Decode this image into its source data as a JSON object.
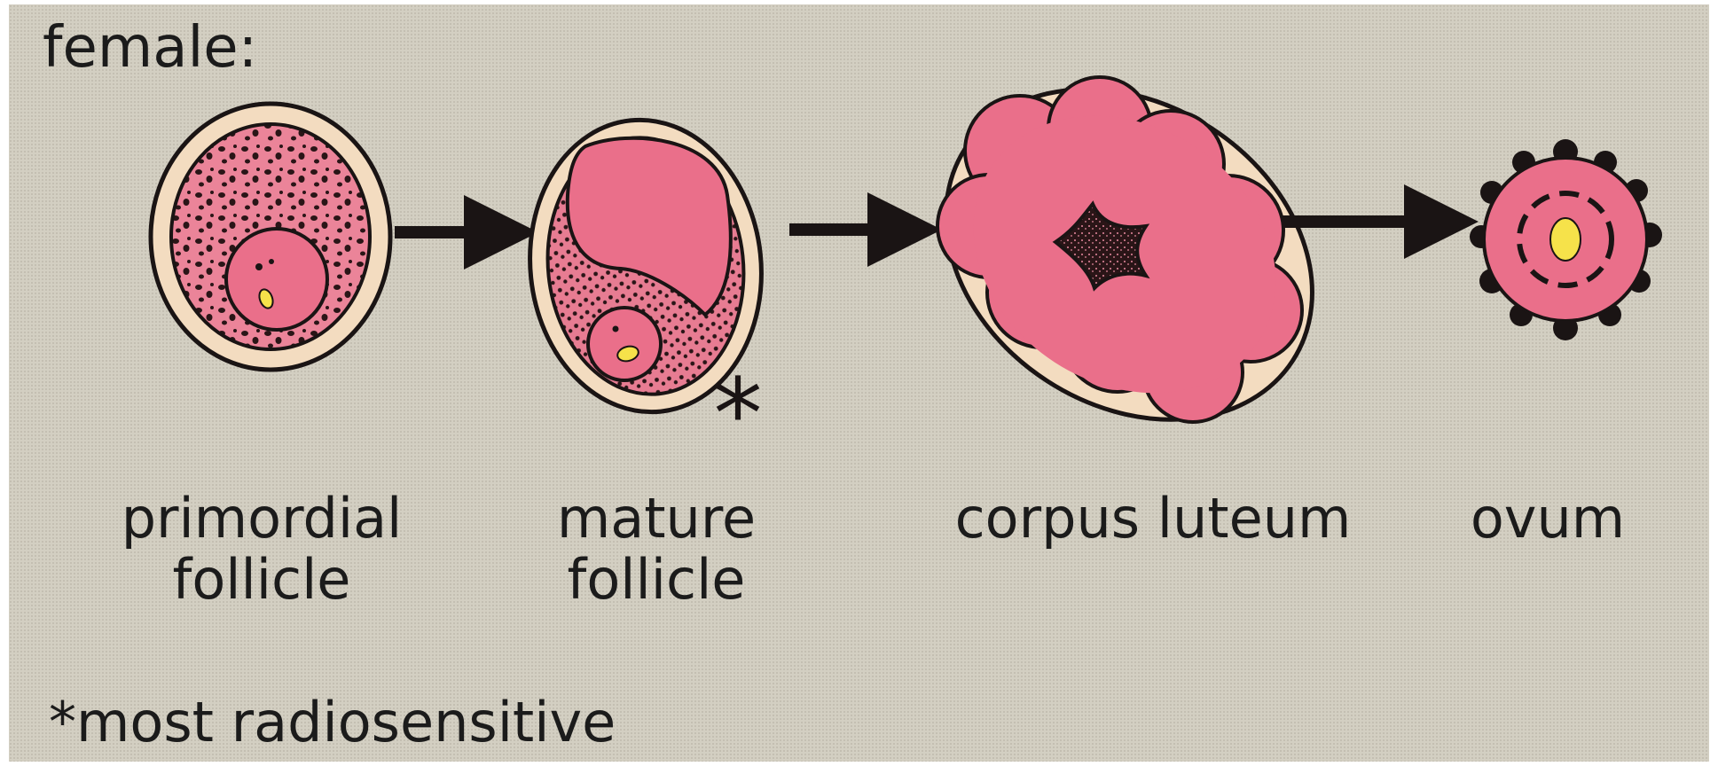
{
  "heading": "female:",
  "stages": [
    {
      "id": "primordial",
      "label": "primordial\nfollicle",
      "marked": false
    },
    {
      "id": "mature",
      "label": "mature\nfollicle",
      "marked": true
    },
    {
      "id": "corpus",
      "label": "corpus luteum",
      "marked": false
    },
    {
      "id": "ovum",
      "label": "ovum",
      "marked": false
    }
  ],
  "marker_symbol": "*",
  "footnote": "*most radiosensitive",
  "colors": {
    "background": "#d3cfc2",
    "capsule": "#f3dcc0",
    "tissue_pink": "#ea6f8a",
    "tissue_light": "#f199ab",
    "nucleus_yellow": "#f6e24a",
    "ink": "#1a1414"
  }
}
